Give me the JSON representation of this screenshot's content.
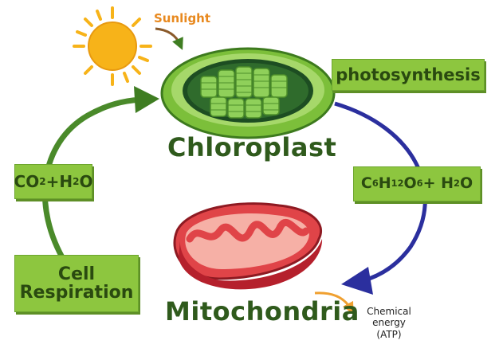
{
  "labels": {
    "sunlight": "Sunlight",
    "photosynthesis": "photosynthesis",
    "chloroplast": "Chloroplast",
    "mitochondria": "Mitochondria",
    "cell_respiration": [
      "Cell",
      "Respiration"
    ],
    "chemical_energy": [
      "Chemical",
      "energy",
      "(ATP)"
    ]
  },
  "formulas": {
    "co2_h2o": [
      {
        "t": "CO",
        "sub": false
      },
      {
        "t": "2",
        "sub": true
      },
      {
        "t": "+H",
        "sub": false
      },
      {
        "t": "2",
        "sub": true
      },
      {
        "t": "O",
        "sub": false
      }
    ],
    "glucose_h2o": [
      {
        "t": "C",
        "sub": false
      },
      {
        "t": "6",
        "sub": true
      },
      {
        "t": "H",
        "sub": false
      },
      {
        "t": "12",
        "sub": true
      },
      {
        "t": "O",
        "sub": false
      },
      {
        "t": "6",
        "sub": true
      },
      {
        "t": " + H",
        "sub": false
      },
      {
        "t": "2",
        "sub": true
      },
      {
        "t": "O",
        "sub": false
      }
    ]
  },
  "colors": {
    "green_arrow": "#4a8a2a",
    "blue_arrow": "#2b2f9e",
    "orange_arrow": "#f0a030",
    "sun": "#f7b319",
    "box_fill": "#8dc63f",
    "mito_red": "#d9303b"
  }
}
